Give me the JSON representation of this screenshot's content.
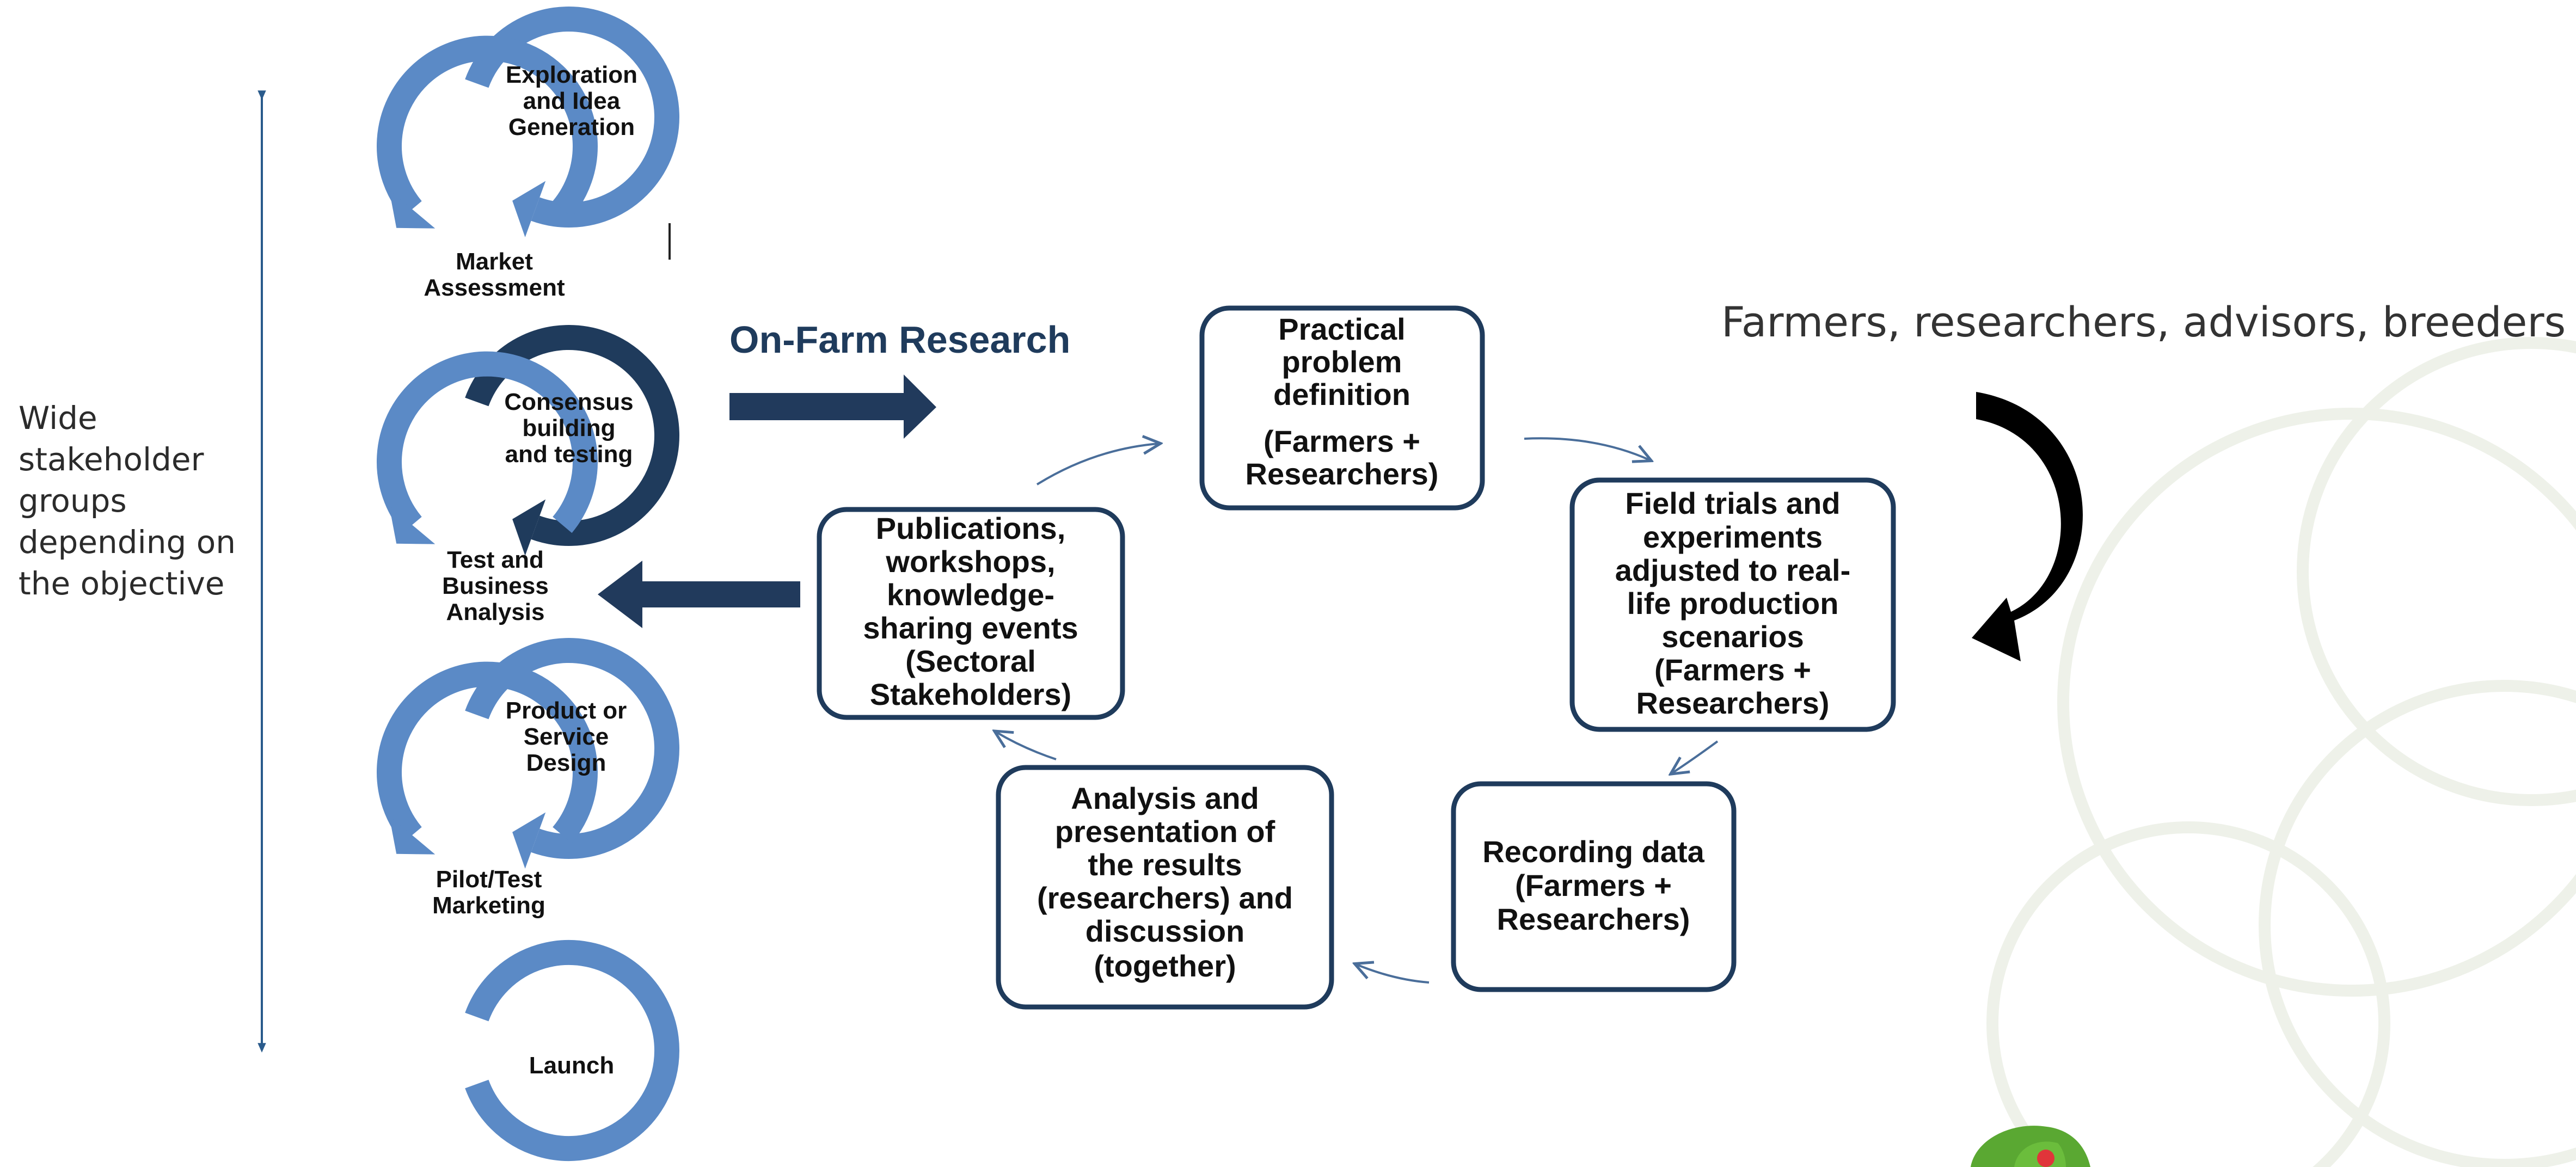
{
  "side_label": {
    "lines": [
      "Wide",
      "stakeholder",
      "groups",
      "depending on",
      "the objective"
    ]
  },
  "stages": [
    {
      "lines": [
        "Exploration",
        "and Idea",
        "Generation"
      ]
    },
    {
      "lines": [
        "Market",
        "Assessment"
      ]
    },
    {
      "lines": [
        "Consensus",
        "building",
        "and testing"
      ]
    },
    {
      "lines": [
        "Test and",
        "Business",
        "Analysis"
      ]
    },
    {
      "lines": [
        "Product or",
        "Service",
        "Design"
      ]
    },
    {
      "lines": [
        "Pilot/Test",
        "Marketing"
      ]
    },
    {
      "lines": [
        "Launch"
      ]
    }
  ],
  "on_farm": {
    "title": "On-Farm Research"
  },
  "cycle_boxes": [
    {
      "lines": [
        "Practical",
        "problem",
        "definition",
        "",
        "(Farmers +",
        "Researchers)"
      ]
    },
    {
      "lines": [
        "Field trials and",
        "experiments",
        "adjusted to real-",
        "life production",
        "scenarios",
        "(Farmers +",
        "Researchers)"
      ]
    },
    {
      "lines": [
        "Recording data",
        "(Farmers +",
        "Researchers)"
      ]
    },
    {
      "lines": [
        "Analysis and",
        "presentation of",
        "the results",
        "(researchers) and",
        "discussion",
        "(together)"
      ]
    },
    {
      "lines": [
        "Publications,",
        "workshops,",
        "knowledge-",
        "sharing events",
        "(Sectoral",
        "Stakeholders)"
      ]
    }
  ],
  "stakeholders": {
    "text": "Farmers, researchers, advisors, breeders"
  },
  "colors": {
    "ring_light": "#5b8ac6",
    "ring_dark": "#1f3b5c",
    "box_border": "#1f3b5c",
    "arrow_dark": "#213a5c",
    "thin_arrow": "#4a6e9a",
    "watermark": "#f1f3ee",
    "leaf_green": "#5aa832",
    "leaf_red": "#e0353a"
  }
}
